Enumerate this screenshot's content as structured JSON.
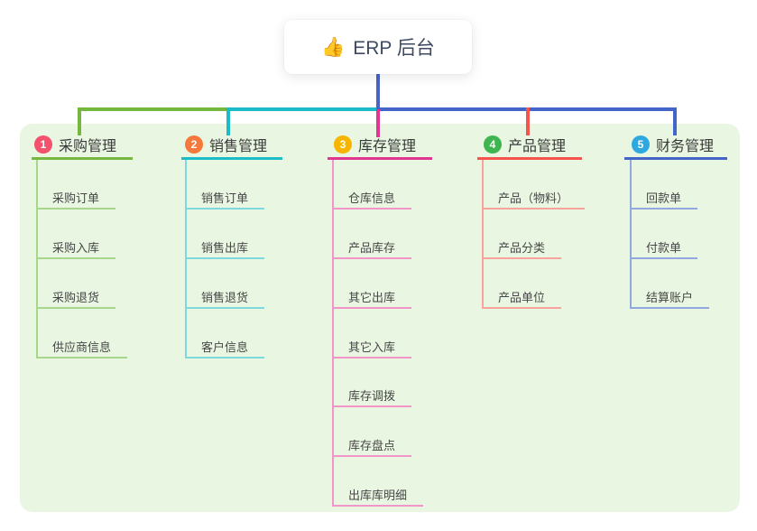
{
  "root": {
    "emoji": "👍",
    "label": "ERP 后台"
  },
  "branches": [
    {
      "index": "1",
      "label": "采购管理",
      "badge_color": "#f4516c",
      "line_color": "#76b73f",
      "child_line_color": "#a6d78c",
      "children": [
        "采购订单",
        "采购入库",
        "采购退货",
        "供应商信息"
      ]
    },
    {
      "index": "2",
      "label": "销售管理",
      "badge_color": "#f5793b",
      "line_color": "#1bbcc8",
      "child_line_color": "#7fd8dd",
      "children": [
        "销售订单",
        "销售出库",
        "销售退货",
        "客户信息"
      ]
    },
    {
      "index": "3",
      "label": "库存管理",
      "badge_color": "#f7b500",
      "line_color": "#e0368f",
      "child_line_color": "#f295c8",
      "children": [
        "仓库信息",
        "产品库存",
        "其它出库",
        "其它入库",
        "库存调拨",
        "库存盘点",
        "出库库明细"
      ]
    },
    {
      "index": "4",
      "label": "产品管理",
      "badge_color": "#3eb550",
      "line_color": "#f4544c",
      "child_line_color": "#f9a39d",
      "children": [
        "产品（物料）",
        "产品分类",
        "产品单位"
      ]
    },
    {
      "index": "5",
      "label": "财务管理",
      "badge_color": "#2fa8e1",
      "line_color": "#4365c8",
      "child_line_color": "#92a8de",
      "children": [
        "回款单",
        "付款单",
        "结算账户"
      ]
    }
  ],
  "colors": {
    "canvas_background": "#ffffff",
    "panel_background": "#e9f6e2",
    "root_stem": "#4a63c8",
    "root_text": "#3e4a61",
    "branch_title_text": "#3a3a3a",
    "child_text": "#474747"
  }
}
